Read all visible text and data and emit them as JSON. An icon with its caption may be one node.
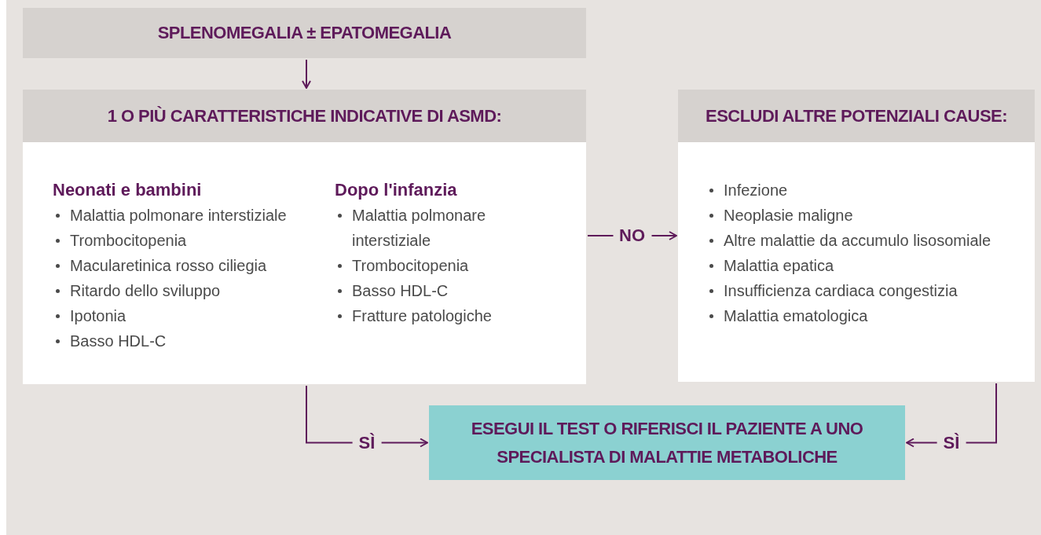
{
  "diagram": {
    "nodes": [
      {
        "text": [
          "SPLENOMEGALIA ± EPATOMEGALIA"
        ]
      },
      {
        "text": [
          "1 O PIÙ CARATTERISTICHE INDICATIVE DI ASMD:"
        ]
      },
      {
        "text": [
          "Neonati e bambini",
          "Malattia polmonare interstiziale",
          "Trombocitopenia",
          "Macularetinica rosso ciliegia",
          "Ritardo dello sviluppo",
          "Ipotonia",
          "Basso HDL-C"
        ],
        "in": 1
      },
      {
        "text": [
          "Dopo l'infanzia",
          "Malattia polmonare interstiziale",
          "Trombocitopenia",
          "Basso HDL-C",
          "Fratture patologiche"
        ],
        "in": 1
      },
      {
        "text": [
          "ESCLUDI ALTRE POTENZIALI CAUSE:",
          "Infezione",
          "Neoplasie maligne",
          "Altre malattie da accumulo lisosomiale",
          "Malattia epatica",
          "Insufficienza cardiaca congestizia",
          "Malattia ematologica"
        ]
      },
      {
        "text": [
          "ESEGUI IL TEST O RIFERISCI IL PAZIENTE A UNO SPECIALISTA DI MALATTIE METABOLICHE"
        ]
      }
    ],
    "edges": [
      {
        "from": 0,
        "to": 1,
        "arrow": "to"
      },
      {
        "from": 1,
        "to": 4,
        "arrow": "to",
        "label": "NO"
      },
      {
        "from": 1,
        "to": 5,
        "arrow": "to",
        "label": "SÌ"
      },
      {
        "from": 4,
        "to": 5,
        "arrow": "to",
        "label": "SÌ"
      }
    ]
  }
}
